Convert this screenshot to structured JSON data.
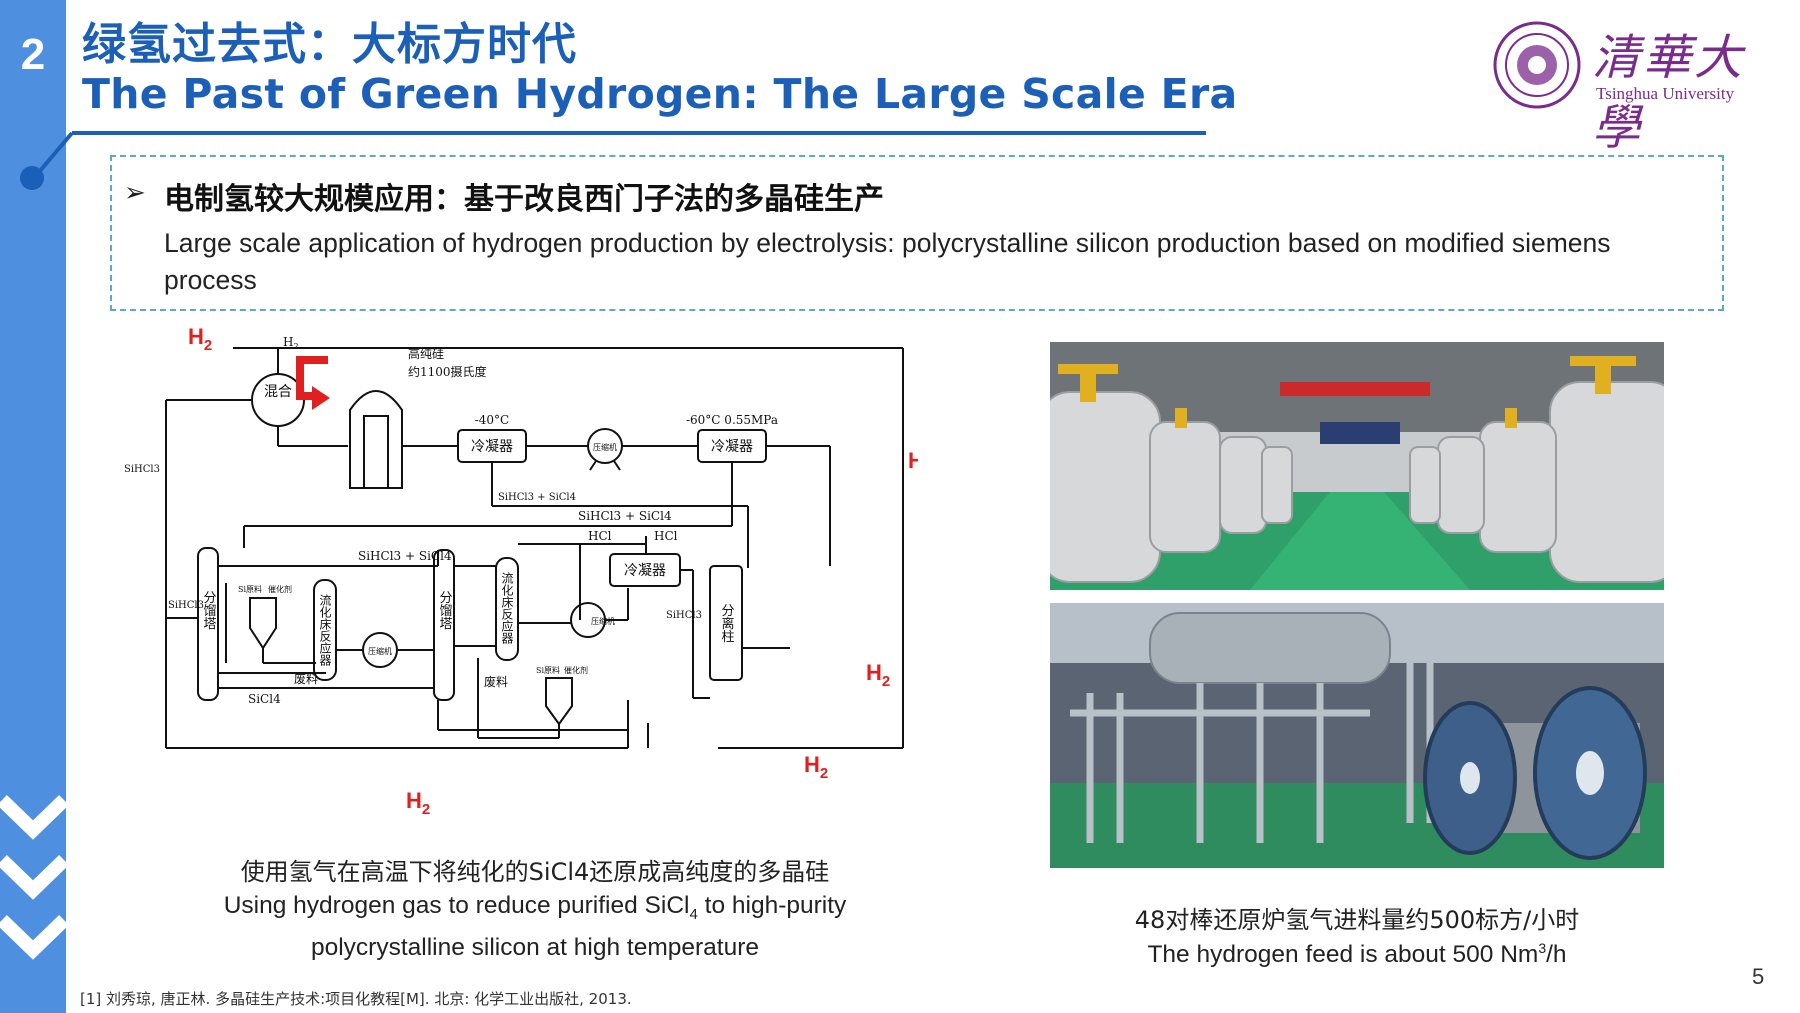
{
  "slide": {
    "section_number": "2",
    "title_zh": "绿氢过去式：大标方时代",
    "title_en": "The Past of Green Hydrogen: The Large Scale Era",
    "page_number": "5"
  },
  "logo": {
    "name_zh": "清華大學",
    "name_en": "Tsinghua University",
    "icon": "university-seal-icon"
  },
  "callout": {
    "marker": "➢",
    "heading_zh": "电制氢较大规模应用：基于改良西门子法的多晶硅生产",
    "body_en": "Large scale application of hydrogen production by electrolysis: polycrystalline silicon production based on modified siemens process"
  },
  "diagram": {
    "h2": "H",
    "h2_sub": "2",
    "mix_label": "混合",
    "high_purity_si": "高纯硅",
    "temp_1100": "约1100摄氏度",
    "condenser": "冷凝器",
    "compressor": "压缩机",
    "temp_minus40": "-40°C",
    "temp_minus60": "-60°C  0.55MPa",
    "sihcl3": "SiHCl3",
    "sihcl3_sicl4": "SiHCl3 + SiCl4",
    "hcl": "HCl",
    "fractionating_tower": "分馏塔",
    "fluidized_bed": "流化床反应器",
    "separation_column": "分离柱",
    "si_feed": "Si原料",
    "catalyst": "催化剂",
    "waste": "废料",
    "sicl4": "SiCl4",
    "sihcl3_plus": "SiHCl3 + SiCl4"
  },
  "captions": {
    "left_zh": "使用氢气在高温下将纯化的SiCl4还原成高纯度的多晶硅",
    "left_en_1": "Using hydrogen gas to reduce purified SiCl",
    "left_en_sub": "4",
    "left_en_2": " to high-purity",
    "left_en_3": "polycrystalline silicon at high temperature",
    "right_zh": "48对棒还原炉氢气进料量约500标方/小时",
    "right_en_1": "The hydrogen feed is about 500 Nm",
    "right_en_sup": "3",
    "right_en_2": "/h"
  },
  "footnote": "[1] 刘秀琼, 唐正林. 多晶硅生产技术:项目化教程[M]. 北京: 化学工业出版社, 2013.",
  "colors": {
    "accent_blue": "#1b5fb8",
    "sidebar_blue": "#4f8fe0",
    "logo_purple": "#7a2c8c",
    "h2_red": "#e02020"
  }
}
